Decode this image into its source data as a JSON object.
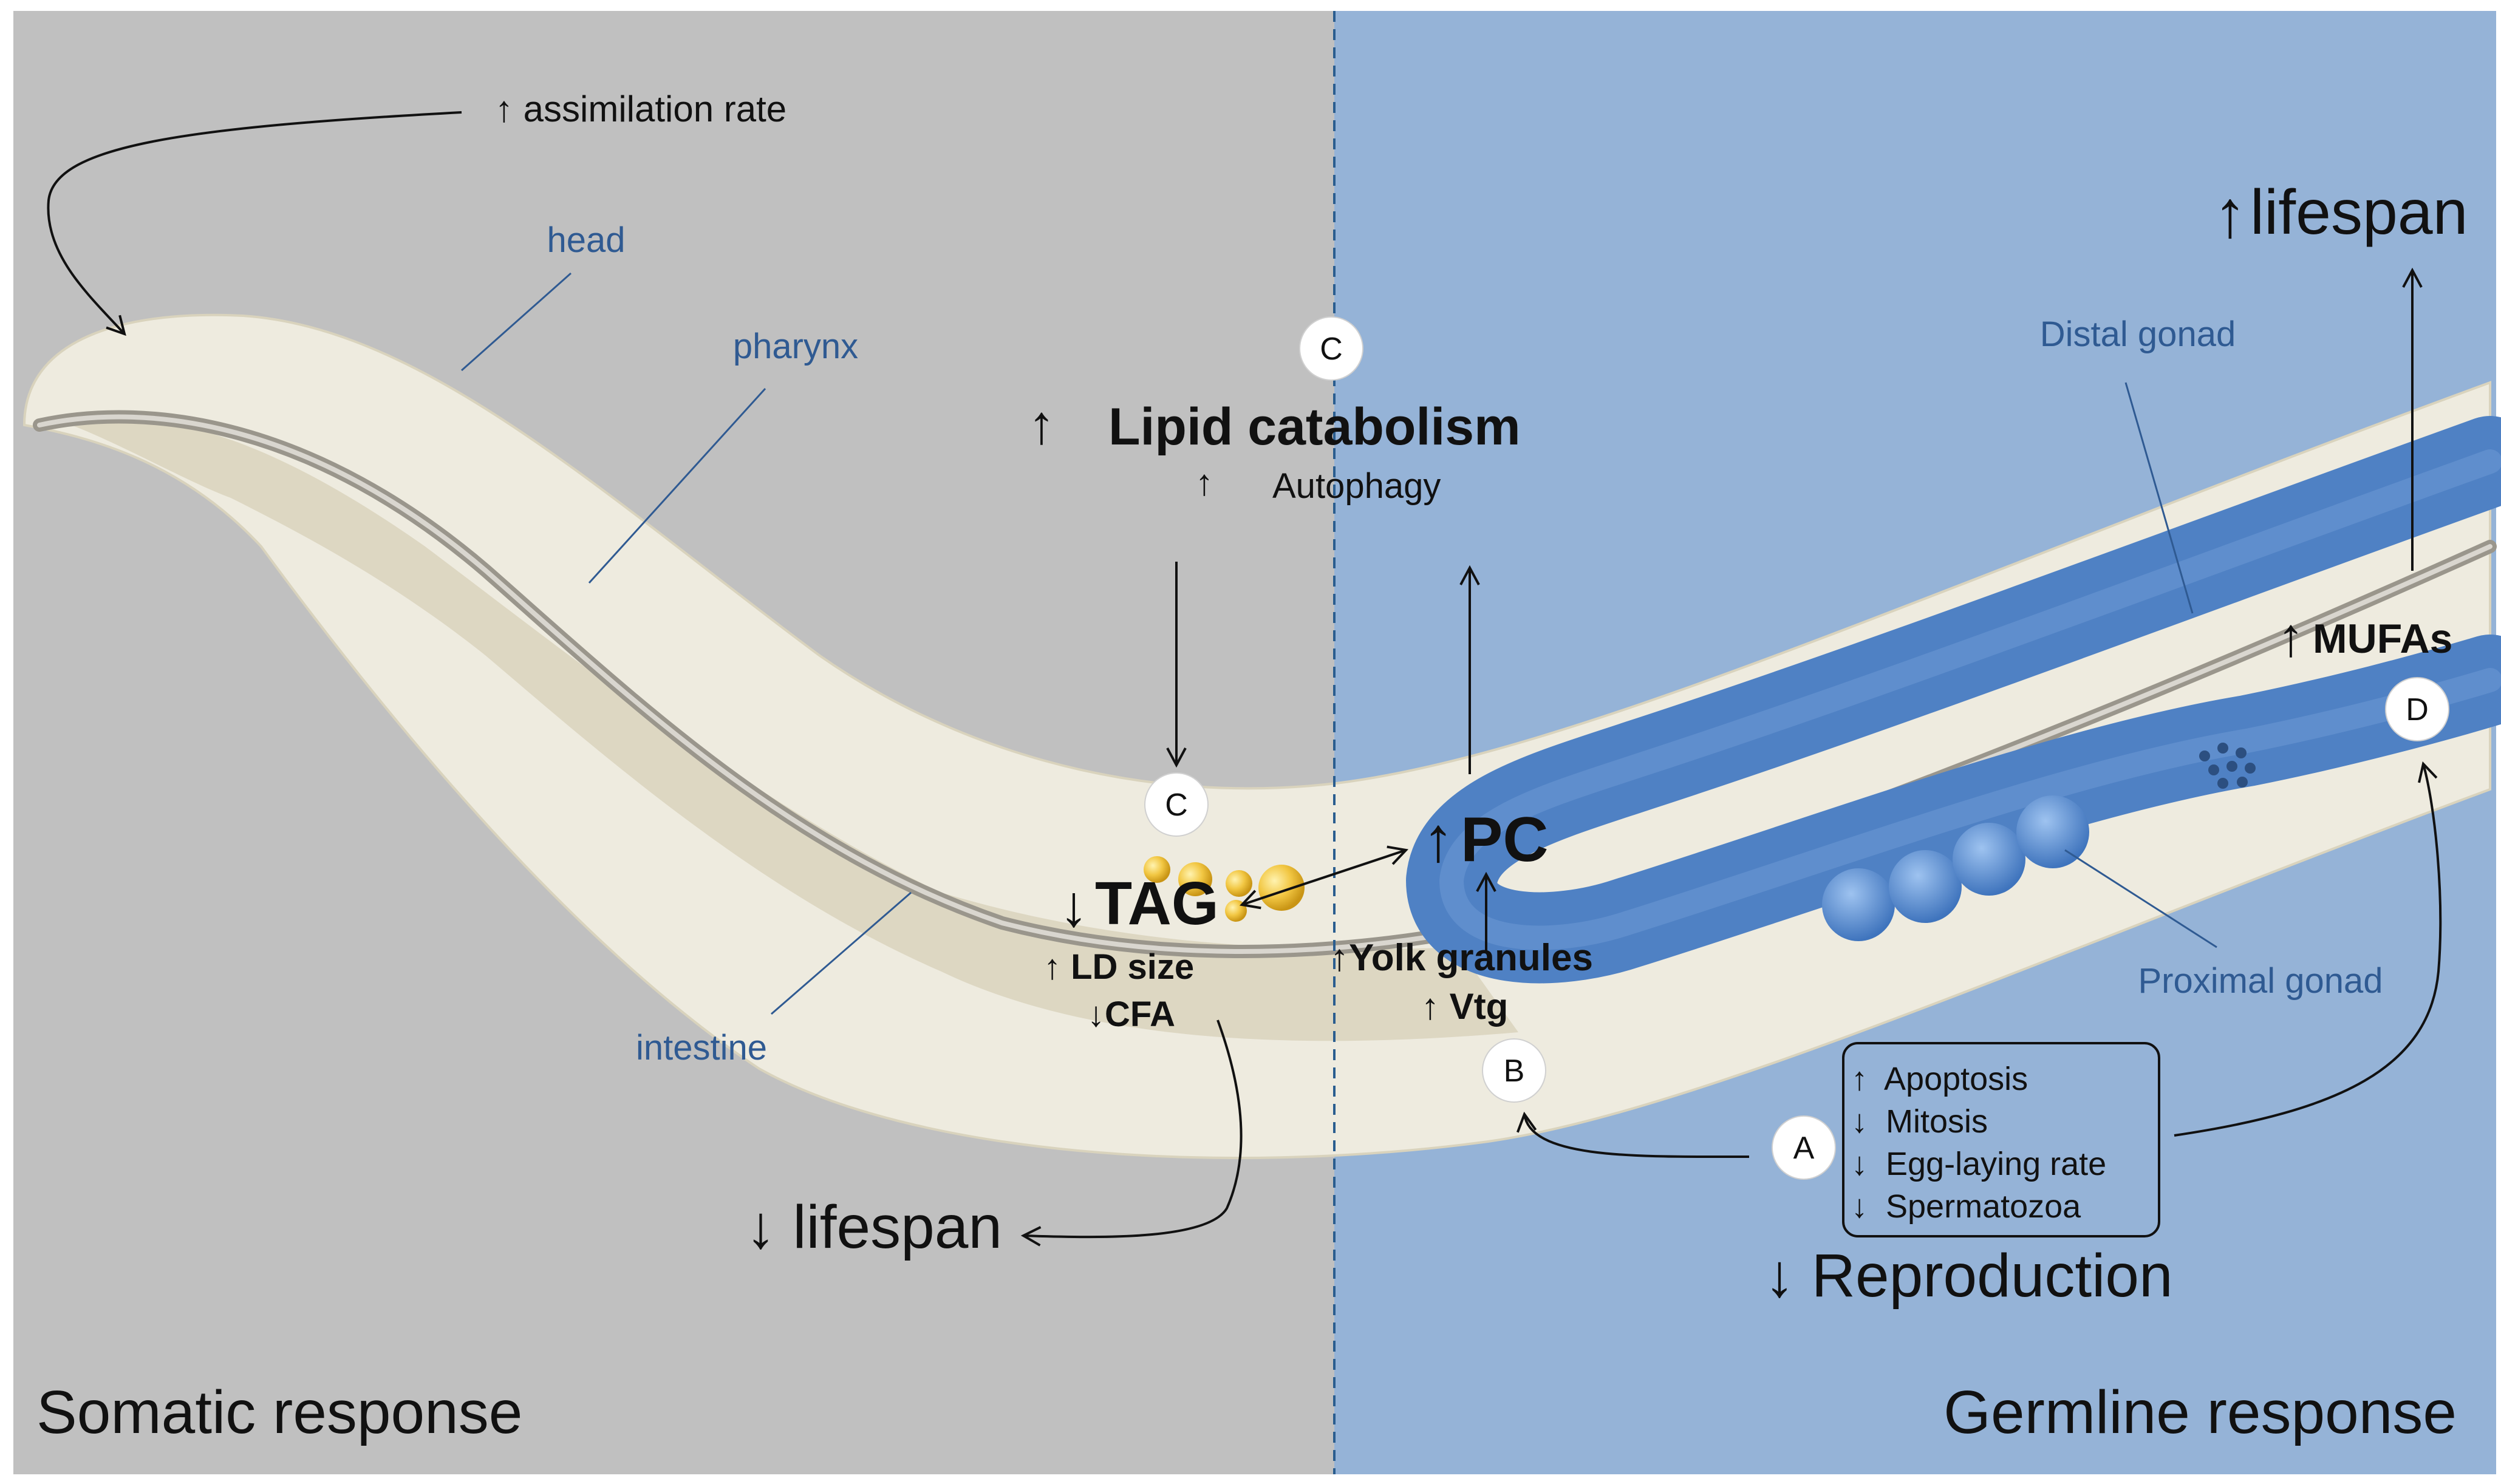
{
  "panels": {
    "left": "Somatic response",
    "right": "Germline response"
  },
  "anatomy": {
    "head": "head",
    "pharynx": "pharynx",
    "intestine": "intestine",
    "distal_gonad": "Distal gonad",
    "proximal_gonad": "Proximal gonad"
  },
  "effects": {
    "assimilation": "↑ assimilation rate",
    "lipid_arrow": "↑",
    "lipid_catabolism": "Lipid catabolism",
    "autophagy_arrow": "↑",
    "autophagy": "Autophagy",
    "tag_arrow": "↓",
    "tag": "TAG",
    "ld_size": "↑ LD size",
    "cfa": "↓CFA",
    "pc_arrow": "↑",
    "pc": "PC",
    "yolk": "↑Yolk granules",
    "vtg": "↑ Vtg",
    "mufas_arrow": "↑",
    "mufas": "MUFAs",
    "lifespan_down": "↓ lifespan",
    "lifespan_up_arrow": "↑",
    "lifespan_up": "lifespan",
    "reproduction": "↓ Reproduction"
  },
  "germline_box": {
    "items": [
      "↑  Apoptosis",
      "↓  Mitosis",
      "↓  Egg-laying rate",
      "↓  Spermatozoa"
    ]
  },
  "markers": {
    "c_top": "C",
    "c_mid": "C",
    "a": "A",
    "b": "B",
    "d": "D"
  },
  "colors": {
    "somatic_bg": "#c0c0c0",
    "germline_bg": "#95b3d7",
    "worm_body": "#eeebdf",
    "intestine": "#ddd7c2",
    "gonad": "#4f81c4",
    "lipid_droplet": "#f2c743",
    "anatomy_label": "#2f5a92"
  }
}
